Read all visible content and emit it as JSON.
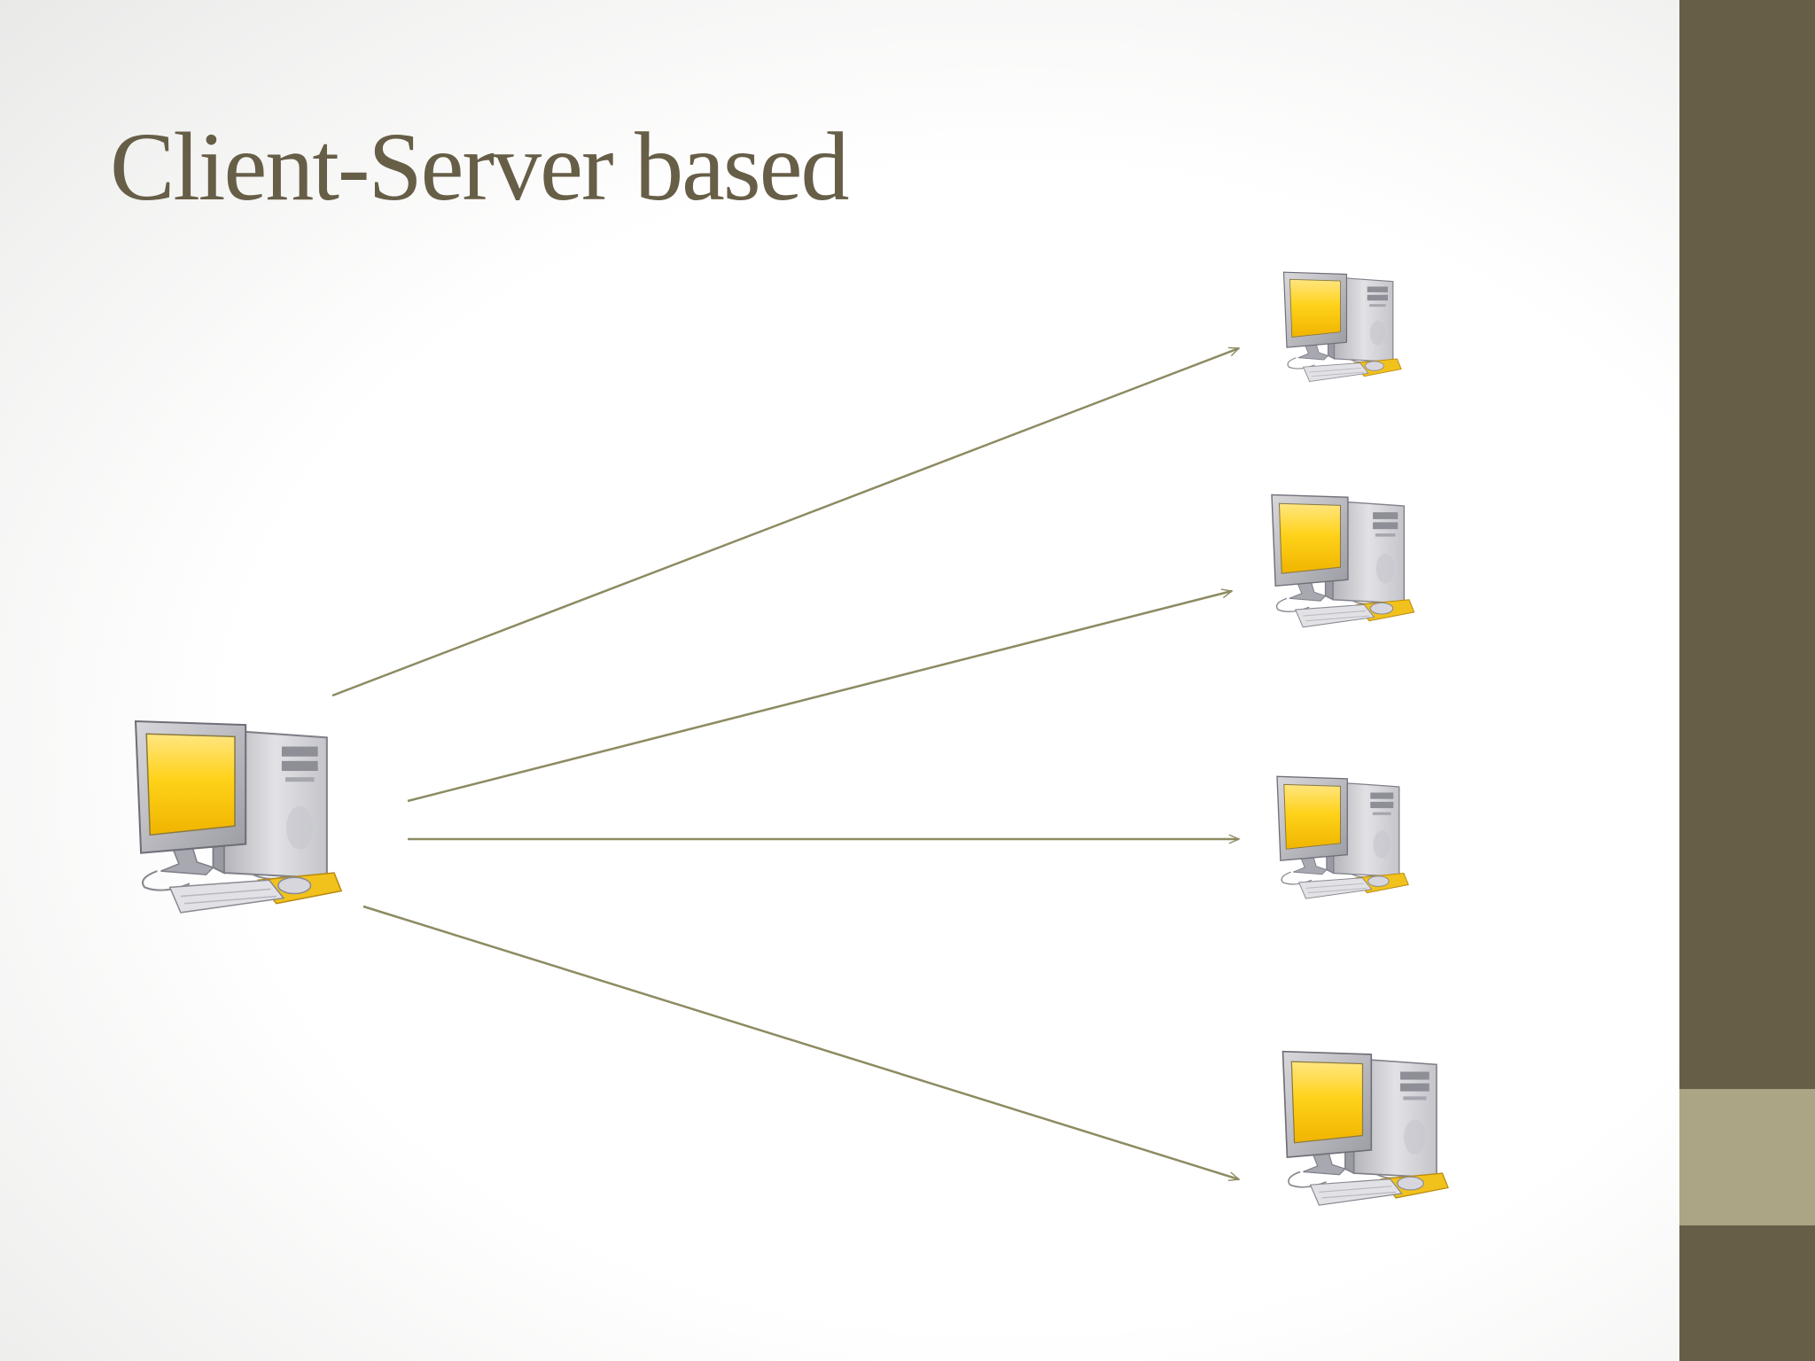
{
  "slide": {
    "title": "Client-Server based",
    "title_color": "#675e47",
    "background": "#ffffff"
  },
  "sidebar": {
    "dark_color": "#675e47",
    "accent_color": "#aba485"
  },
  "diagram": {
    "nodes": [
      {
        "id": "server",
        "icon": "desktop-computer-icon"
      },
      {
        "id": "client-1",
        "icon": "desktop-computer-icon"
      },
      {
        "id": "client-2",
        "icon": "desktop-computer-icon"
      },
      {
        "id": "client-3",
        "icon": "desktop-computer-icon"
      },
      {
        "id": "client-4",
        "icon": "desktop-computer-icon"
      }
    ],
    "edges": [
      {
        "from": "server",
        "to": "client-1",
        "directed": true
      },
      {
        "from": "server",
        "to": "client-2",
        "directed": true
      },
      {
        "from": "server",
        "to": "client-3",
        "directed": true
      },
      {
        "from": "server",
        "to": "client-4",
        "directed": true
      }
    ],
    "arrow_color": "#8d8b62",
    "screen_color": "#ffcc00"
  }
}
